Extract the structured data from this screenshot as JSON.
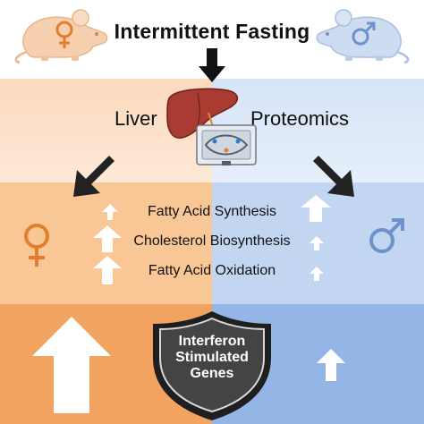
{
  "header": {
    "title": "Intermittent Fasting"
  },
  "middle": {
    "left_label": "Liver",
    "right_label": "Proteomics"
  },
  "pathways": [
    {
      "name": "Fatty Acid Synthesis",
      "female_change": "small-up",
      "male_change": "large-up"
    },
    {
      "name": "Cholesterol Biosynthesis",
      "female_change": "large-up",
      "male_change": "small-up"
    },
    {
      "name": "Fatty Acid Oxidation",
      "female_change": "large-up",
      "male_change": "small-up"
    }
  ],
  "shield": {
    "lines": [
      "Interferon",
      "Stimulated",
      "Genes"
    ],
    "female_change": "very-large-up",
    "male_change": "small-up"
  },
  "colors": {
    "female": "#e27f2c",
    "male": "#6b93c9",
    "female_band_light": "#fde7d4",
    "female_band_mid": "#f9c28e",
    "female_band_dark": "#f2a35d",
    "male_band_light": "#e3edfb",
    "male_band_mid": "#bcd3f2",
    "male_band_dark": "#8fb3e6",
    "shield_fill": "#3c3c3c"
  },
  "icons": {
    "female_mouse": "female-mouse-icon",
    "male_mouse": "male-mouse-icon",
    "liver": "liver-icon",
    "mass_spec": "mass-spectrometer-icon",
    "female_symbol": "female-symbol-icon",
    "male_symbol": "male-symbol-icon"
  }
}
